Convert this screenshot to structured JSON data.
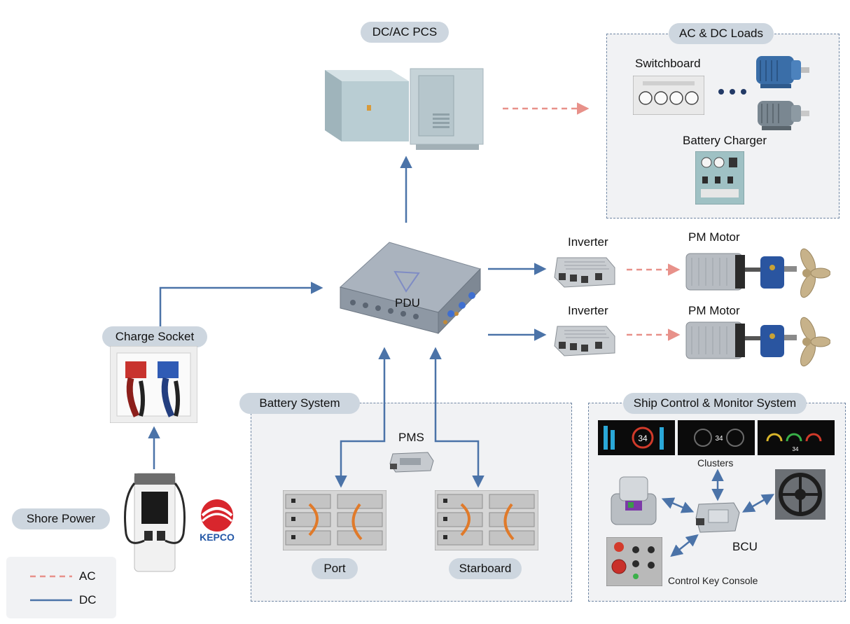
{
  "labels": {
    "dcac_pcs": "DC/AC PCS",
    "acdc_loads": "AC & DC Loads",
    "switchboard": "Switchboard",
    "battery_charger": "Battery Charger",
    "inverter_1": "Inverter",
    "inverter_2": "Inverter",
    "pm_motor_1": "PM Motor",
    "pm_motor_2": "PM Motor",
    "pdu": "PDU",
    "charge_socket": "Charge Socket",
    "battery_system": "Battery System",
    "pms": "PMS",
    "port": "Port",
    "starboard": "Starboard",
    "ship_control": "Ship Control & Monitor System",
    "clusters": "Clusters",
    "bcu": "BCU",
    "control_key_console": "Control Key Console",
    "shore_power": "Shore Power",
    "kepco": "KEPCO",
    "gauges": [
      "34",
      "34",
      "34"
    ]
  },
  "legend": {
    "items": [
      {
        "label": "AC",
        "color": "#e8918a",
        "style": "dashed"
      },
      {
        "label": "DC",
        "color": "#4b73a8",
        "style": "solid"
      }
    ]
  },
  "colors": {
    "ac": "#e8918a",
    "dc": "#4b73a8",
    "pill": "#cdd6df",
    "group_bg": "#f1f2f4",
    "group_border": "#6f86a3"
  }
}
